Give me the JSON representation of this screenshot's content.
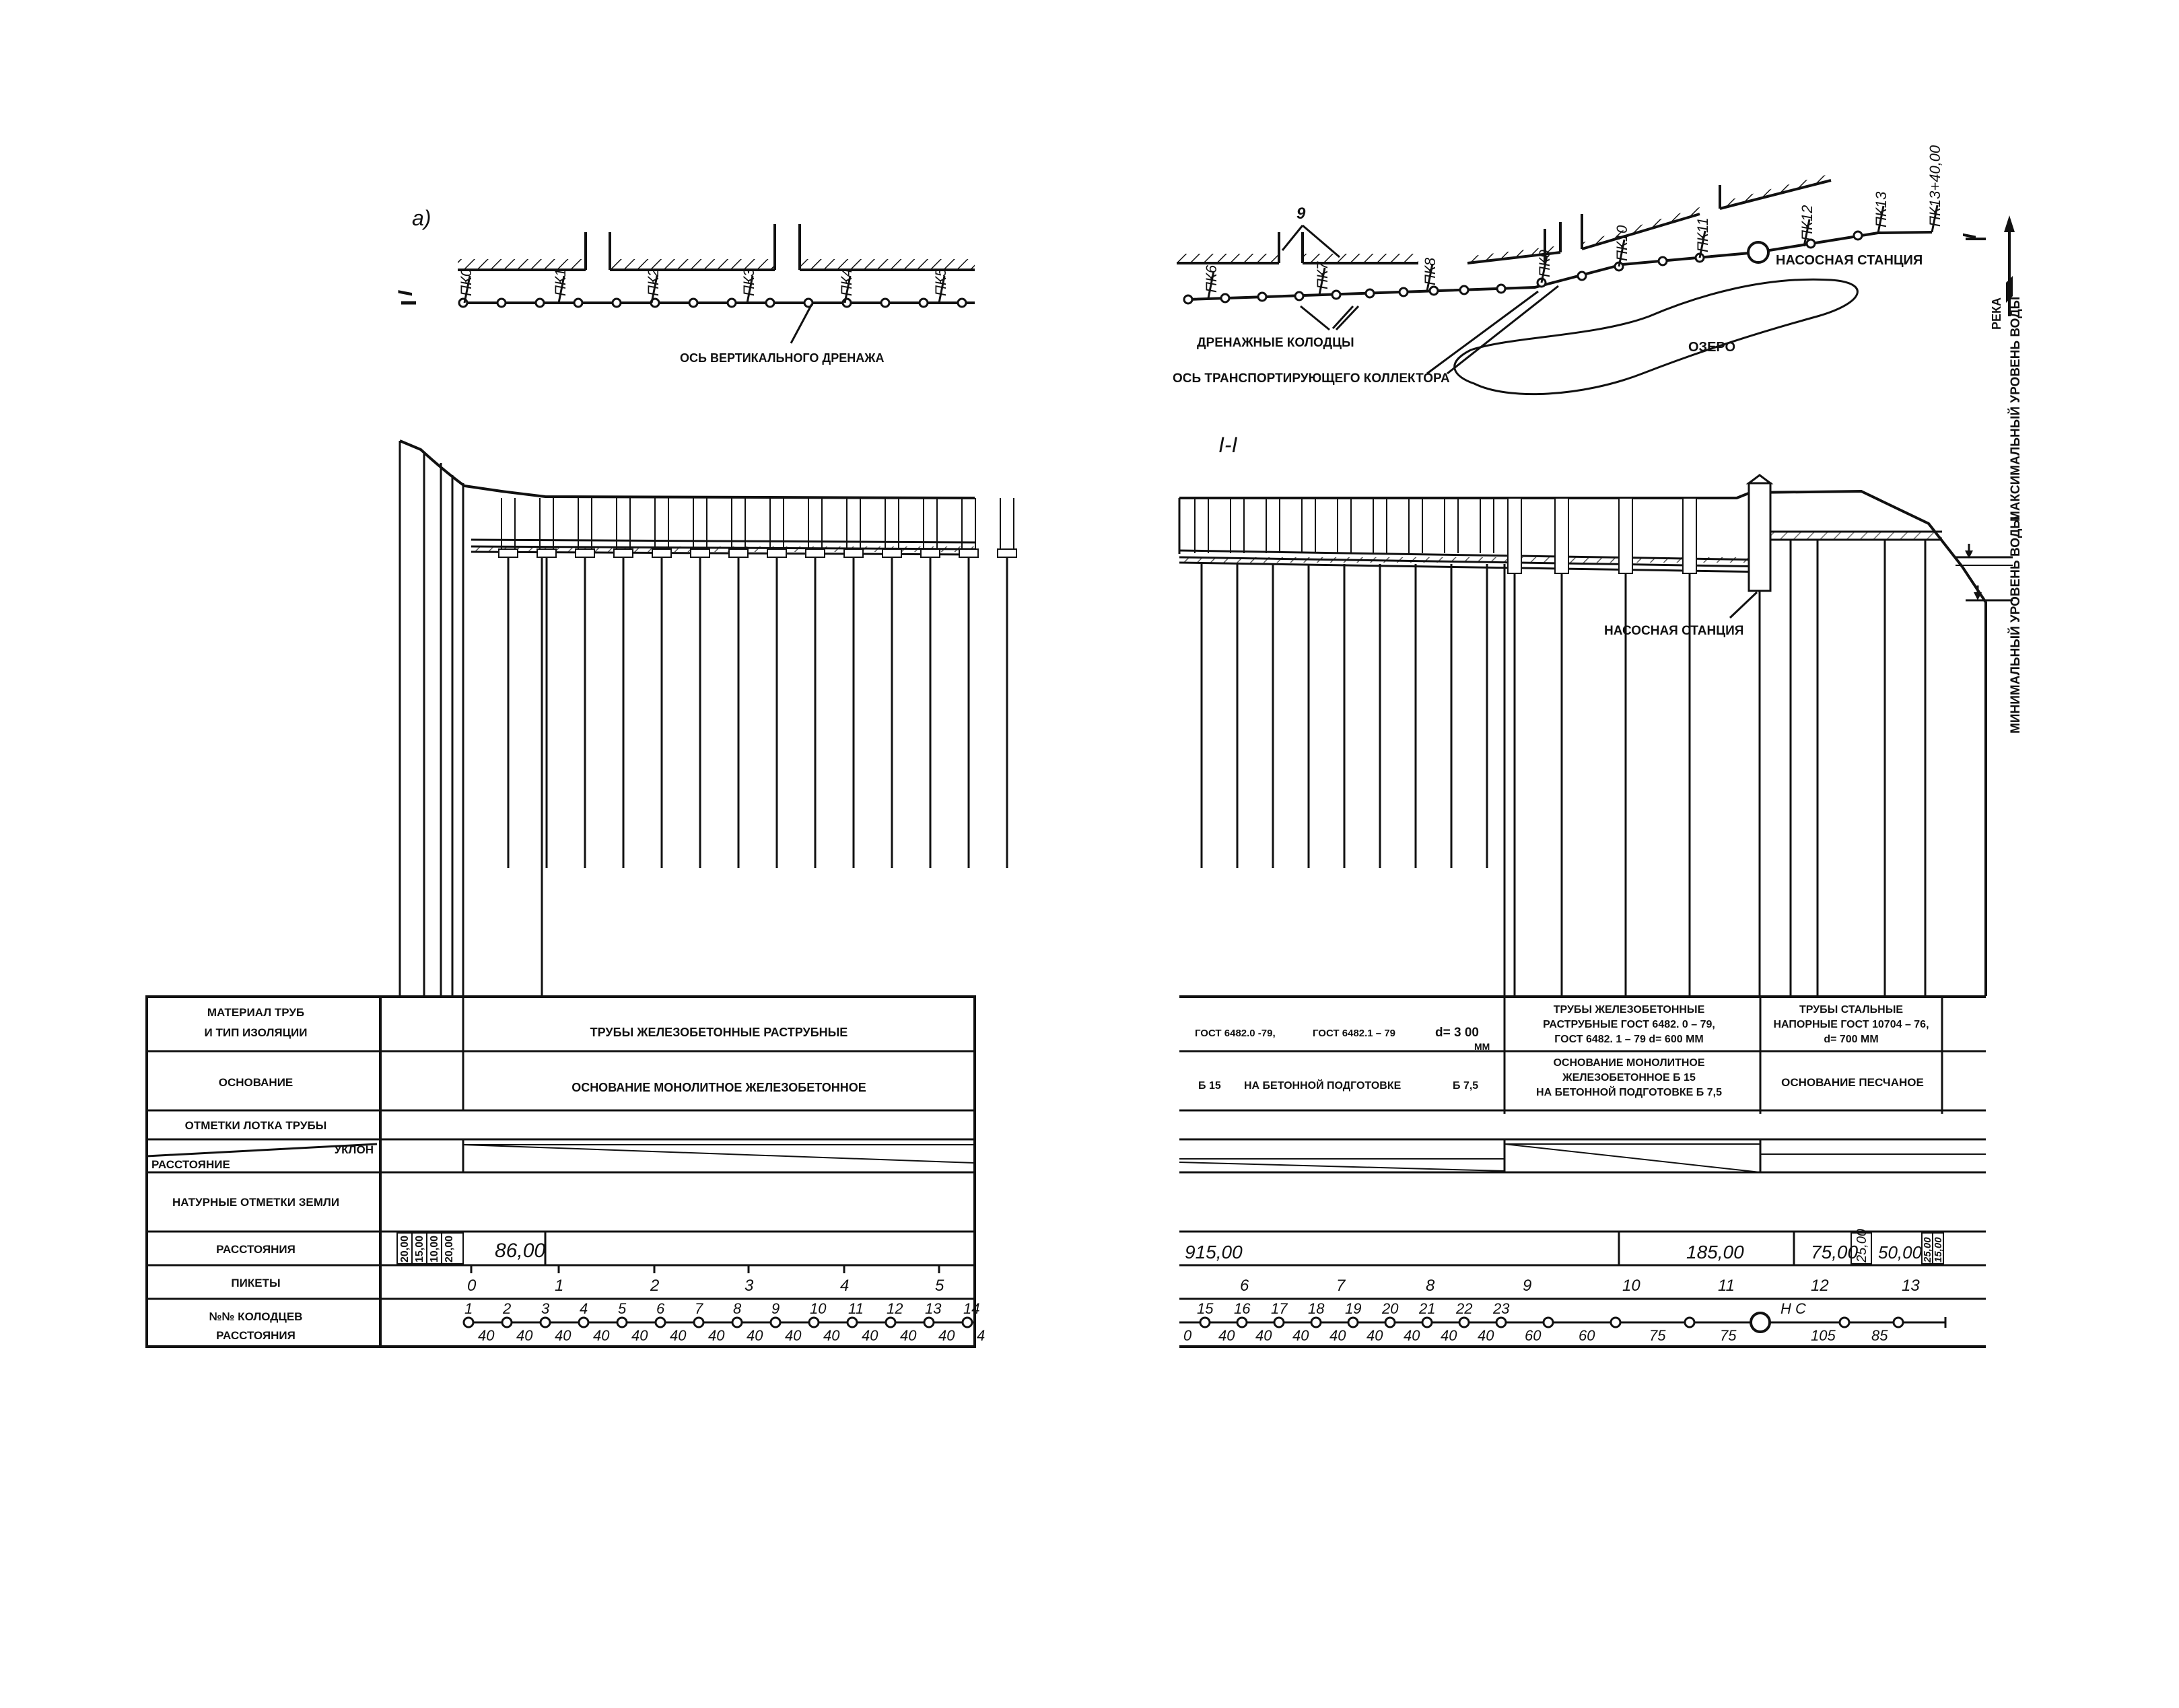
{
  "plan": {
    "label_a": "а)",
    "section_mark": "I",
    "left_pickets": [
      "ПК0",
      "ПК1",
      "ПК2",
      "ПК3",
      "ПК4",
      "ПК5"
    ],
    "right_pickets": [
      "ПК6",
      "ПК7",
      "ПК8",
      "ПК9",
      "ПК10",
      "ПК11",
      "ПК12",
      "ПК13",
      "ПК13+40,00"
    ],
    "callout_9": "9",
    "axis_vertical_drainage": "ОСЬ ВЕРТИКАЛЬНОГО ДРЕНАЖА",
    "drainage_wells": "ДРЕНАЖНЫЕ КОЛОДЦЫ",
    "collector_axis": "ОСЬ ТРАНСПОРТИРУЮЩЕГО КОЛЛЕКТОРА",
    "lake": "ОЗЕРО",
    "pump_station": "НАСОСНАЯ СТАНЦИЯ",
    "river": "РЕКА"
  },
  "profile": {
    "section_label": "I-I",
    "pump_station": "НАСОСНАЯ СТАНЦИЯ",
    "max_water": "МАКСИМАЛЬНЫЙ УРОВЕНЬ ВОДЫ",
    "min_water": "МИНИМАЛЬНЫЙ УРОВЕНЬ ВОДЫ"
  },
  "table": {
    "row_headers": {
      "material_1": "МАТЕРИАЛ ТРУБ",
      "material_2": "И ТИП ИЗОЛЯЦИИ",
      "base": "ОСНОВАНИЕ",
      "tray_marks": "ОТМЕТКИ ЛОТКА ТРУБЫ",
      "slope": "УКЛОН",
      "distance": "РАССТОЯНИЕ",
      "ground_marks": "НАТУРНЫЕ ОТМЕТКИ ЗЕМЛИ",
      "distances": "РАССТОЯНИЯ",
      "pickets": "ПИКЕТЫ",
      "wells_1": "№№ КОЛОДЦЕВ",
      "wells_2": "РАССТОЯНИЯ"
    },
    "left": {
      "material": "ТРУБЫ ЖЕЛЕЗОБЕТОННЫЕ РАСТРУБНЫЕ",
      "base": "ОСНОВАНИЕ МОНОЛИТНОЕ ЖЕЛЕЗОБЕТОННОЕ",
      "small_distances": [
        "20,00",
        "15,00",
        "10,00",
        "20,00"
      ],
      "distance_main": "86,00",
      "pickets": [
        "0",
        "1",
        "2",
        "3",
        "4",
        "5"
      ],
      "wells": [
        "1",
        "2",
        "3",
        "4",
        "5",
        "6",
        "7",
        "8",
        "9",
        "10",
        "11",
        "12",
        "13",
        "14"
      ],
      "well_distances": [
        "40",
        "40",
        "40",
        "40",
        "40",
        "40",
        "40",
        "40",
        "40",
        "40",
        "40",
        "40",
        "40",
        "4"
      ]
    },
    "right": {
      "material_1_a": "ГОСТ 6482.0 -79,",
      "material_1_b": "ГОСТ 6482.1 – 79",
      "material_1_d": "d= 3 00",
      "material_1_mm": "ММ",
      "material_2": [
        "ТРУБЫ ЖЕЛЕЗОБЕТОННЫЕ",
        "РАСТРУБНЫЕ ГОСТ 6482. 0 – 79,",
        "ГОСТ 6482. 1 – 79  d= 600 ММ"
      ],
      "material_3": [
        "ТРУБЫ СТАЛЬНЫЕ",
        "НАПОРНЫЕ ГОСТ 10704 – 76,",
        "d= 700 ММ"
      ],
      "base_1_a": "Б 15",
      "base_1_b": "НА БЕТОННОЙ ПОДГОТОВКЕ",
      "base_1_c": "Б 7,5",
      "base_2": [
        "ОСНОВАНИЕ МОНОЛИТНОЕ",
        "ЖЕЛЕЗОБЕТОННОЕ     Б 15",
        "НА БЕТОННОЙ ПОДГОТОВКЕ  Б 7,5"
      ],
      "base_3": "ОСНОВАНИЕ ПЕСЧАНОЕ",
      "distances": [
        "915,00",
        "185,00",
        "75,00",
        "25,00",
        "50,00",
        "25,00",
        "15,00"
      ],
      "pickets": [
        "6",
        "7",
        "8",
        "9",
        "10",
        "11",
        "12",
        "13"
      ],
      "wells": [
        "15",
        "16",
        "17",
        "18",
        "19",
        "20",
        "21",
        "22",
        "23"
      ],
      "pump_well": "Н С",
      "well_distances": [
        "0",
        "40",
        "40",
        "40",
        "40",
        "40",
        "40",
        "40",
        "40",
        "60",
        "60",
        "75",
        "75",
        "105",
        "85"
      ]
    }
  }
}
